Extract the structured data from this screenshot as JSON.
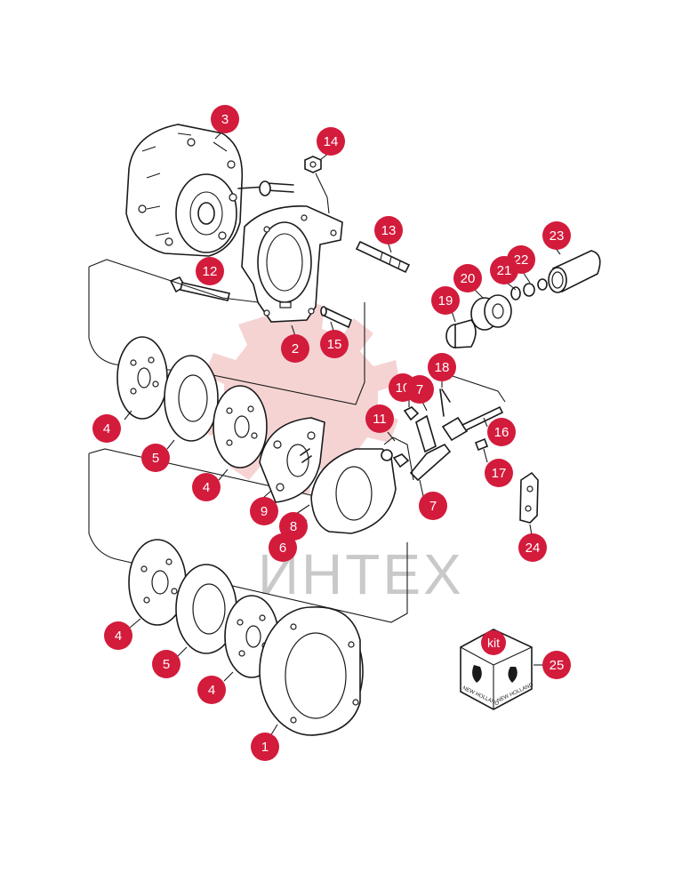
{
  "watermark": {
    "text": "ИНТЕХ",
    "gear_color": "#f6d3d3"
  },
  "callout_color": "#d31b3c",
  "callouts": [
    {
      "id": "c3",
      "label": "3"
    },
    {
      "id": "c14",
      "label": "14"
    },
    {
      "id": "c13",
      "label": "13"
    },
    {
      "id": "c12",
      "label": "12"
    },
    {
      "id": "c2",
      "label": "2"
    },
    {
      "id": "c15",
      "label": "15"
    },
    {
      "id": "c23",
      "label": "23"
    },
    {
      "id": "c22",
      "label": "22"
    },
    {
      "id": "c21",
      "label": "21"
    },
    {
      "id": "c20",
      "label": "20"
    },
    {
      "id": "c19",
      "label": "19"
    },
    {
      "id": "c18",
      "label": "18"
    },
    {
      "id": "c10",
      "label": "10"
    },
    {
      "id": "c7a",
      "label": "7"
    },
    {
      "id": "c11",
      "label": "11"
    },
    {
      "id": "c16",
      "label": "16"
    },
    {
      "id": "c17",
      "label": "17"
    },
    {
      "id": "c4a",
      "label": "4"
    },
    {
      "id": "c5a",
      "label": "5"
    },
    {
      "id": "c4b",
      "label": "4"
    },
    {
      "id": "c9",
      "label": "9"
    },
    {
      "id": "c8",
      "label": "8"
    },
    {
      "id": "c6",
      "label": "6"
    },
    {
      "id": "c7b",
      "label": "7"
    },
    {
      "id": "c24",
      "label": "24"
    },
    {
      "id": "c4c",
      "label": "4"
    },
    {
      "id": "c5b",
      "label": "5"
    },
    {
      "id": "c4d",
      "label": "4"
    },
    {
      "id": "c1",
      "label": "1"
    },
    {
      "id": "c25",
      "label": "25"
    }
  ],
  "kit_box": {
    "tag": "kit",
    "brand_left": "NEW HOLLAND",
    "brand_right": "NEW HOLLAND"
  }
}
